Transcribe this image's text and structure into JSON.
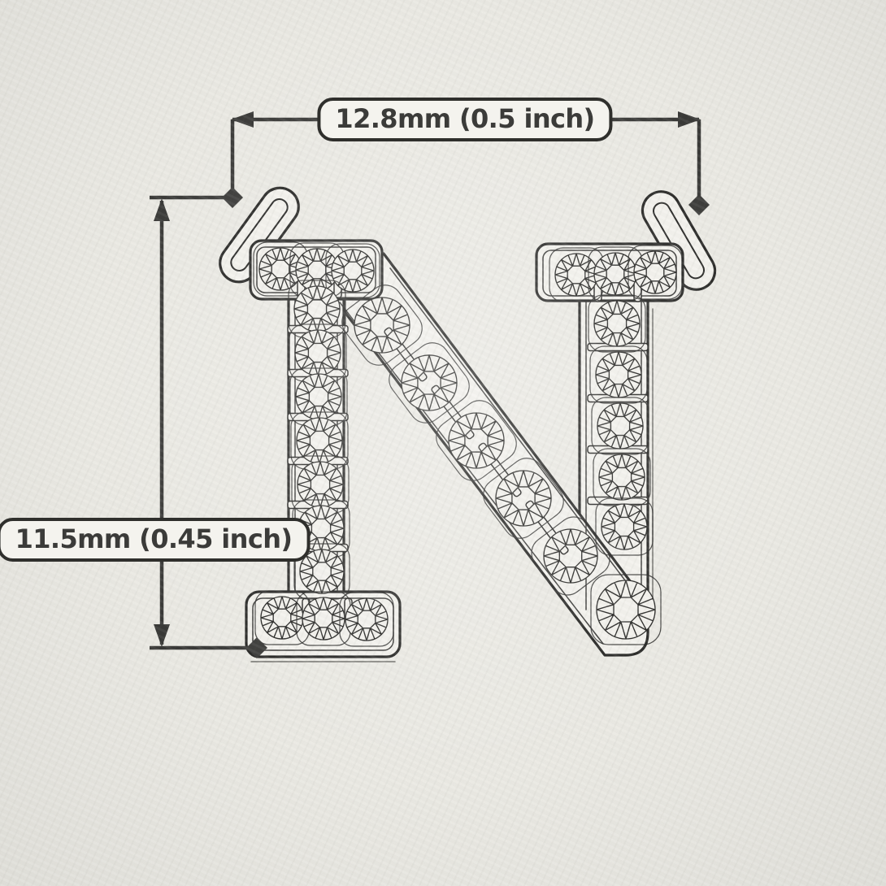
{
  "canvas": {
    "background_color": "#eeede7",
    "ink_color": "#262624",
    "dimension_color": "#3a3a38",
    "label_box_color": "#f4f3ee"
  },
  "pendant": {
    "letter": "N",
    "description": "diamond-pave-initial-letter-pendant-technical-drawing"
  },
  "dimensions": {
    "width": {
      "value": "12.8mm (0.5 inch)"
    },
    "height": {
      "value": "11.5mm (0.45 inch)"
    }
  }
}
